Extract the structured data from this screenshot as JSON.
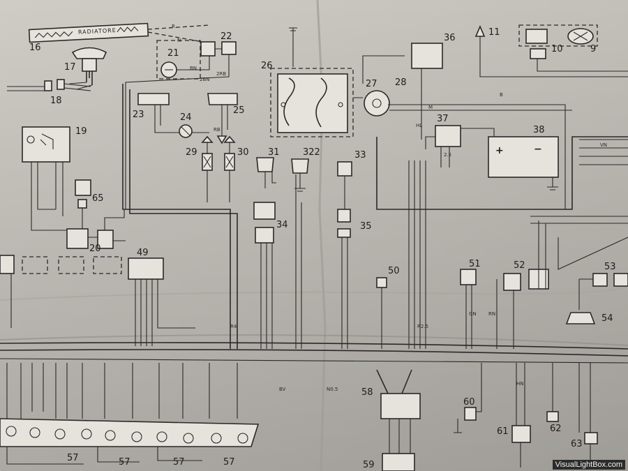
{
  "diagram": {
    "component_numbers": [
      "16",
      "17",
      "18",
      "19",
      "20",
      "21",
      "22",
      "23",
      "24",
      "25",
      "26",
      "27",
      "28",
      "29",
      "30",
      "31",
      "322",
      "33",
      "34",
      "35",
      "36",
      "37",
      "38",
      "10",
      "9",
      "11",
      "49",
      "50",
      "51",
      "52",
      "53",
      "54",
      "57",
      "58",
      "59",
      "60",
      "61",
      "62",
      "63",
      "65"
    ],
    "radiator_label": "RADIATORE",
    "wire_codes": [
      "R",
      "N",
      "BN",
      "RB",
      "2BN",
      "2RB",
      "M",
      "2.5",
      "HL",
      "VN",
      "B",
      "RN",
      "GN",
      "R2.5",
      "HN",
      "BV",
      "N0.5",
      "R4"
    ],
    "battery_plus": "+",
    "battery_minus": "−"
  },
  "watermark": "VisualLightBox.com"
}
